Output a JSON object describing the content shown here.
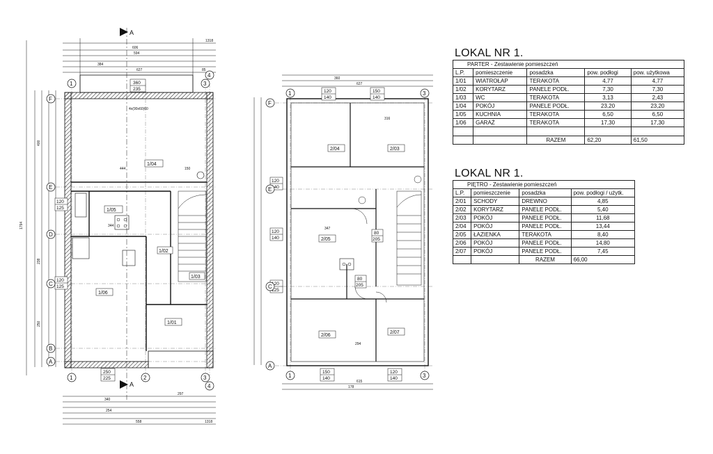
{
  "section": {
    "cut_label": "A",
    "axes_rows": [
      "F",
      "E",
      "D",
      "C",
      "B",
      "A"
    ],
    "axes_cols": [
      "1",
      "2",
      "3",
      "4"
    ]
  },
  "ground": {
    "rooms": [
      "1/01",
      "1/02",
      "1/03",
      "1/04",
      "1/05",
      "1/06"
    ],
    "openings": [
      {
        "top": "360",
        "bottom": "235"
      },
      {
        "top": "120",
        "bottom": "125"
      },
      {
        "top": "250",
        "bottom": "225"
      }
    ],
    "dims_top": [
      "1318",
      "606",
      "594",
      "627",
      "384",
      "85"
    ],
    "dims_bottom": [
      "297",
      "340",
      "254",
      "558",
      "1318"
    ],
    "dims_left": [
      "1794",
      "400",
      "238",
      "250"
    ],
    "notes": [
      "4x(90x60)60",
      "444",
      "150",
      "344"
    ]
  },
  "upper": {
    "rooms": [
      "2/03",
      "2/04",
      "2/05",
      "2/06",
      "2/07"
    ],
    "openings": [
      {
        "top": "120",
        "bottom": "140"
      },
      {
        "top": "150",
        "bottom": "140"
      },
      {
        "top": "120",
        "bottom": "140"
      },
      {
        "top": "80",
        "bottom": "205"
      },
      {
        "top": "80",
        "bottom": "205"
      },
      {
        "top": "120",
        "bottom": "125"
      }
    ],
    "dims_top": [
      "627",
      "360"
    ],
    "dims_bottom": [
      "615",
      "178"
    ],
    "notes": [
      "347",
      "316",
      "294"
    ]
  },
  "table1": {
    "title": "LOKAL NR 1.",
    "subtitle": "PARTER - Zestawienie pomieszczeń",
    "headers": [
      "L.P.",
      "pomieszczenie",
      "posadzka",
      "pow. podłogi",
      "pow. użytkowa"
    ],
    "rows": [
      [
        "1/01",
        "WIATROŁAP",
        "TERAKOTA",
        "4,77",
        "4,77"
      ],
      [
        "1/02",
        "KORYTARZ",
        "PANELE PODŁ.",
        "7,30",
        "7,30"
      ],
      [
        "1/03",
        "WC",
        "TERAKOTA",
        "3,13",
        "2,43"
      ],
      [
        "1/04",
        "POKÓJ",
        "PANELE PODŁ.",
        "23,20",
        "23,20"
      ],
      [
        "1/05",
        "KUCHNIA",
        "TERAKOTA",
        "6,50",
        "6,50"
      ],
      [
        "1/06",
        "GARAŻ",
        "TERAKOTA",
        "17,30",
        "17,30"
      ]
    ],
    "total_label": "RAZEM",
    "total": [
      "62,20",
      "61,50"
    ]
  },
  "table2": {
    "title": "LOKAL NR 1.",
    "subtitle": "PIĘTRO - Zestawienie pomieszczeń",
    "headers": [
      "L.P.",
      "pomieszczenie",
      "posadzka",
      "pow. podłogi / użytk."
    ],
    "rows": [
      [
        "2/01",
        "SCHODY",
        "DREWNO",
        "4,85"
      ],
      [
        "2/02",
        "KORYTARZ",
        "PANELE PODŁ.",
        "5,40"
      ],
      [
        "2/03",
        "POKÓJ",
        "PANELE PODŁ.",
        "11,68"
      ],
      [
        "2/04",
        "POKÓJ",
        "PANELE PODŁ.",
        "13,44"
      ],
      [
        "2/05",
        "ŁAZIENKA",
        "TERAKOTA",
        "8,40"
      ],
      [
        "2/06",
        "POKÓJ",
        "PANELE PODŁ.",
        "14,80"
      ],
      [
        "2/07",
        "POKÓJ",
        "PANELE PODŁ.",
        "7,45"
      ]
    ],
    "total_label": "RAZEM",
    "total": "66,00"
  }
}
